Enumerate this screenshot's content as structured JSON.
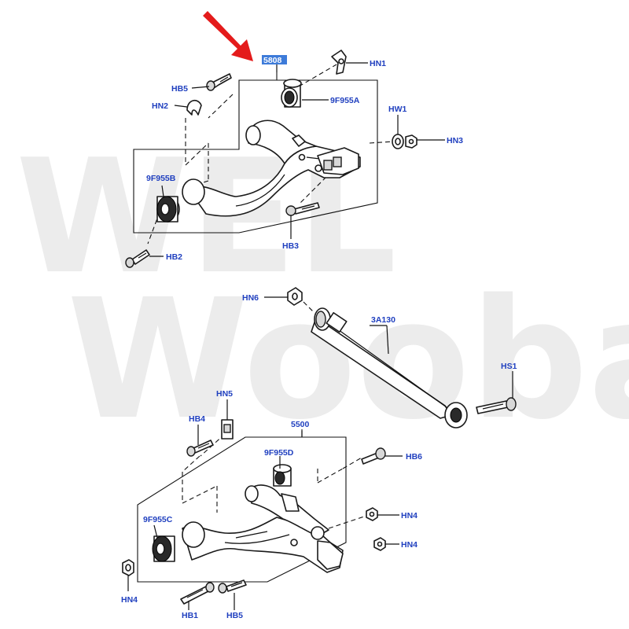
{
  "watermark": {
    "line1": "WEL",
    "line2": "Wooba"
  },
  "labels": {
    "part_5808": "5808",
    "hn1": "HN1",
    "hb5_top": "HB5",
    "hn2": "HN2",
    "p9f955a": "9F955A",
    "hw1": "HW1",
    "hn3": "HN3",
    "p9f955b": "9F955B",
    "hb3": "HB3",
    "hb2": "HB2",
    "hn6": "HN6",
    "p3a130": "3A130",
    "hs1": "HS1",
    "hn5": "HN5",
    "hb4": "HB4",
    "part_5500": "5500",
    "p9f955d": "9F955D",
    "hb6": "HB6",
    "p9f955c": "9F955C",
    "hn4_right1": "HN4",
    "hn4_right2": "HN4",
    "hn4_left": "HN4",
    "hb1": "HB1",
    "hb5_bottom": "HB5"
  },
  "colors": {
    "label": "#1f3fbf",
    "highlight": "#3d7bd9",
    "arrow": "#e41b1b",
    "watermark": "#ececec"
  }
}
